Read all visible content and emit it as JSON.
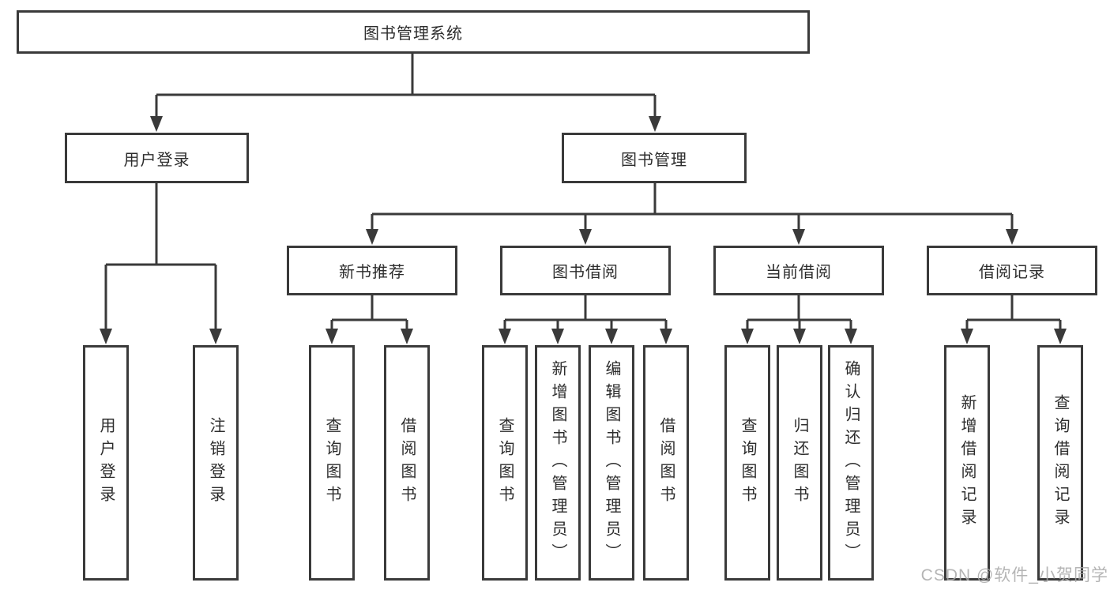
{
  "diagram": {
    "root": {
      "label": "图书管理系统"
    },
    "level2": [
      {
        "label": "用户登录"
      },
      {
        "label": "图书管理"
      }
    ],
    "level3": [
      {
        "label": "新书推荐"
      },
      {
        "label": "图书借阅"
      },
      {
        "label": "当前借阅"
      },
      {
        "label": "借阅记录"
      }
    ],
    "leaves": {
      "login": [
        {
          "label": "用户登录"
        },
        {
          "label": "注销登录"
        }
      ],
      "recommend": [
        {
          "label": "查询图书"
        },
        {
          "label": "借阅图书"
        }
      ],
      "borrow": [
        {
          "label": "查询图书"
        },
        {
          "label": "新增图书（管理员）"
        },
        {
          "label": "编辑图书（管理员）"
        },
        {
          "label": "借阅图书"
        }
      ],
      "current": [
        {
          "label": "查询图书"
        },
        {
          "label": "归还图书"
        },
        {
          "label": "确认归还（管理员）"
        }
      ],
      "records": [
        {
          "label": "新增借阅记录"
        },
        {
          "label": "查询借阅记录"
        }
      ]
    },
    "colors": {
      "line": "#3a3a3a",
      "text": "#2d2d2d",
      "background": "#ffffff",
      "watermark": "#a8a8a8"
    },
    "watermark": "CSDN @软件_小贺同学"
  }
}
